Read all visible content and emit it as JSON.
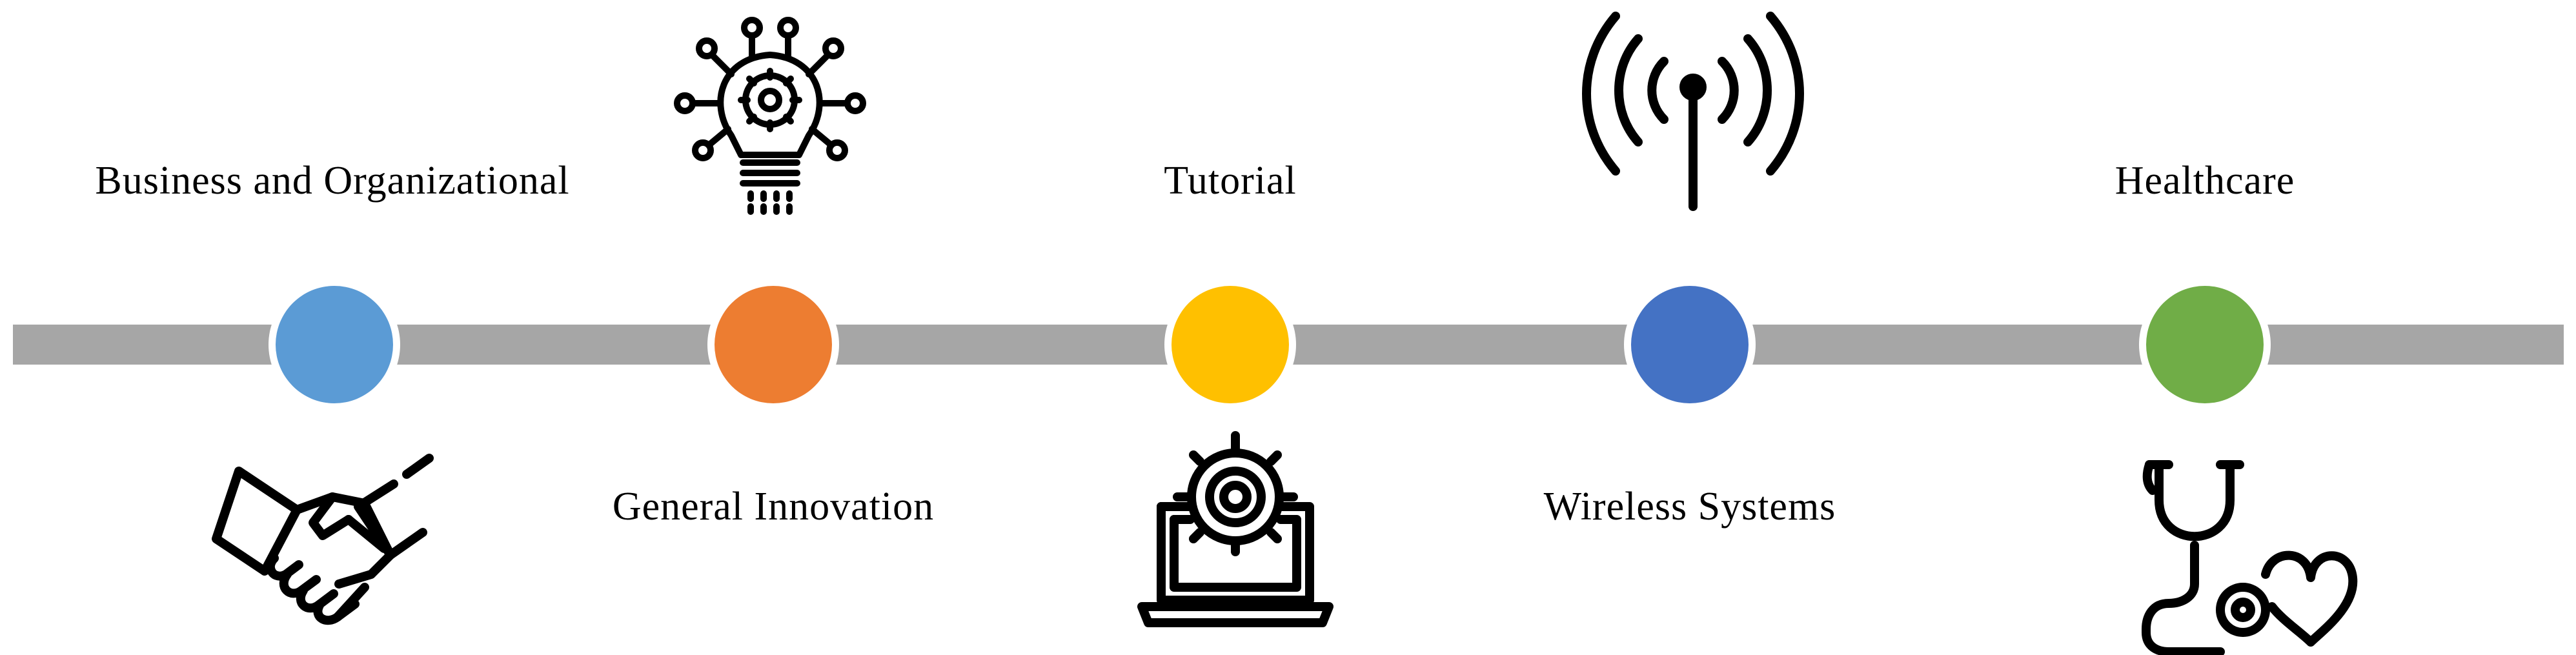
{
  "timeline": {
    "bar_color": "#a6a6a6",
    "nodes": [
      {
        "label": "Business and Organizational",
        "color": "#5b9bd5",
        "icon": "handshake-icon",
        "label_position": "above",
        "icon_position": "below"
      },
      {
        "label": "General Innovation",
        "color": "#ed7d31",
        "icon": "lightbulb-gear-icon",
        "label_position": "below",
        "icon_position": "above"
      },
      {
        "label": "Tutorial",
        "color": "#ffc000",
        "icon": "laptop-gear-icon",
        "label_position": "above",
        "icon_position": "below"
      },
      {
        "label": "Wireless Systems",
        "color": "#4472c4",
        "icon": "antenna-icon",
        "label_position": "below",
        "icon_position": "above"
      },
      {
        "label": "Healthcare",
        "color": "#70ad47",
        "icon": "stethoscope-heart-icon",
        "label_position": "above",
        "icon_position": "below"
      }
    ]
  }
}
